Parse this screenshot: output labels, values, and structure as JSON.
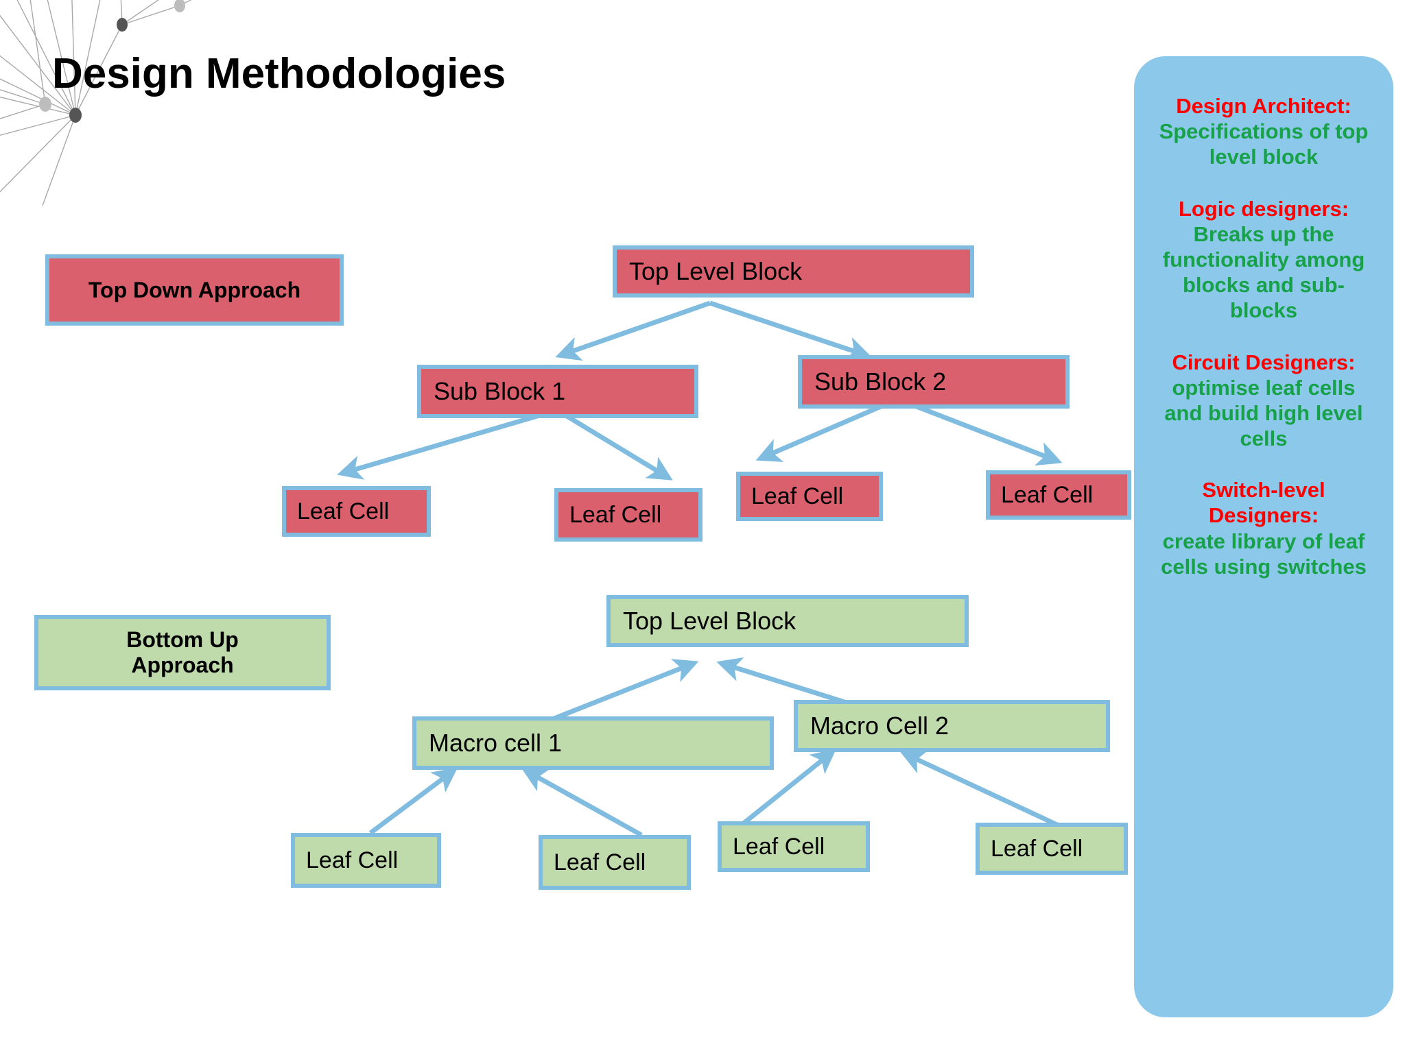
{
  "slide": {
    "title": "Design Methodologies",
    "background_color": "#ffffff"
  },
  "colors": {
    "node_border": "#7FBCE0",
    "node_red_fill": "#D9606C",
    "node_green_fill": "#BFDBAC",
    "arrow": "#7FBCE0",
    "panel_background": "#8CC8E9",
    "panel_heading": "#FF0000",
    "panel_body": "#17A24A",
    "title_color": "#000000"
  },
  "top_down": {
    "approach_label": "Top Down Approach",
    "root": "Top Level Block",
    "sub_blocks": [
      "Sub Block 1",
      "Sub Block 2"
    ],
    "leaf_cells": [
      "Leaf Cell",
      "Leaf Cell",
      "Leaf Cell",
      "Leaf Cell"
    ]
  },
  "bottom_up": {
    "approach_label": "Bottom Up\nApproach",
    "approach_label_line1": "Bottom Up",
    "approach_label_line2": "Approach",
    "root": "Top Level Block",
    "macro_cells": [
      "Macro cell 1",
      "Macro Cell 2"
    ],
    "leaf_cells": [
      "Leaf Cell",
      "Leaf Cell",
      "Leaf Cell",
      "Leaf Cell"
    ]
  },
  "side_panel": {
    "groups": [
      {
        "heading": "Design Architect:",
        "body": "Specifications of top level block"
      },
      {
        "heading": "Logic designers:",
        "body": "Breaks up the functionality among blocks and sub-blocks"
      },
      {
        "heading": "Circuit Designers:",
        "body": "optimise leaf cells and build high level cells"
      },
      {
        "heading": "Switch-level Designers:",
        "body": "create library of leaf cells using switches"
      }
    ]
  }
}
